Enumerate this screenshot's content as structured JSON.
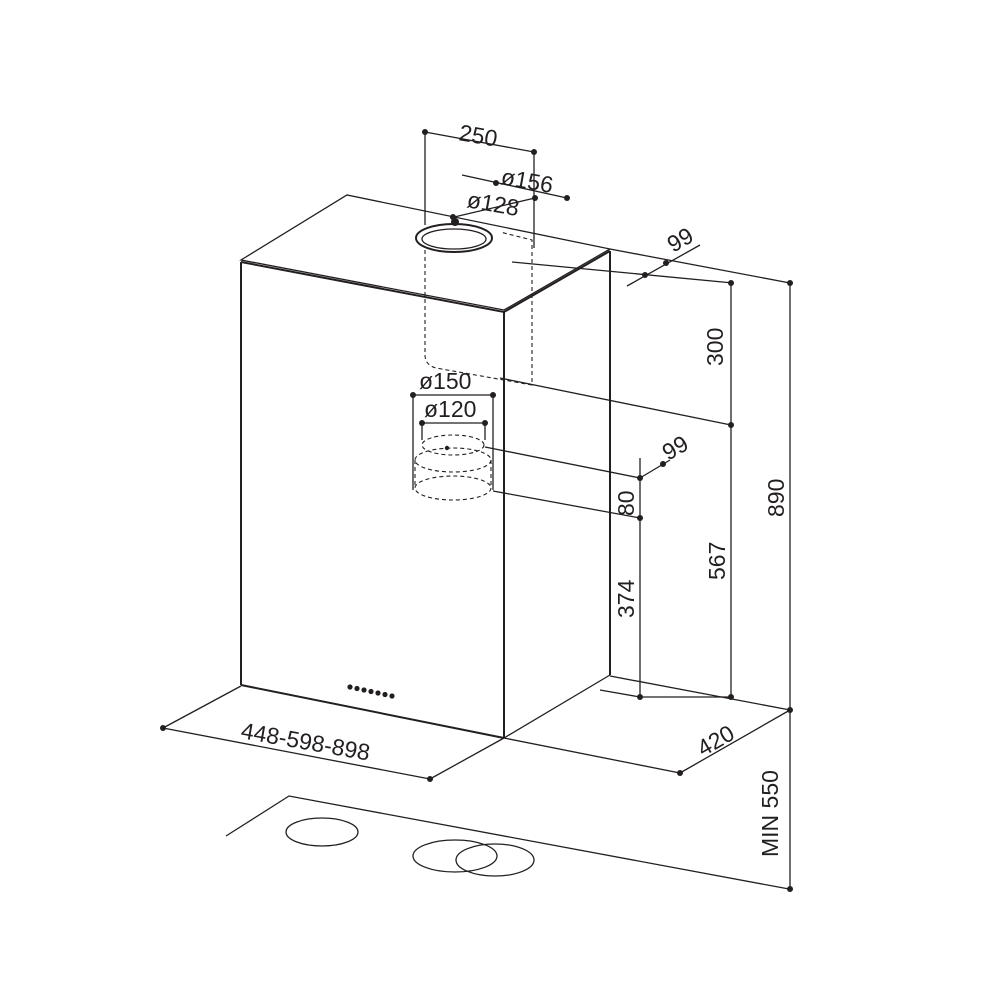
{
  "dimensions": {
    "top_width": "250",
    "outer_diameter_top": "ø156",
    "inner_diameter_top": "ø128",
    "top_offset": "99",
    "chimney_height": "300",
    "outer_diameter_mid": "ø150",
    "inner_diameter_mid": "ø120",
    "mid_offset": "99",
    "collar_height": "80",
    "lower_height": "374",
    "body_height": "567",
    "total_height": "890",
    "widths": "448-598-898",
    "depth": "420",
    "min_clearance": "MIN 550"
  },
  "colors": {
    "line": "#231f20",
    "background": "#ffffff"
  }
}
